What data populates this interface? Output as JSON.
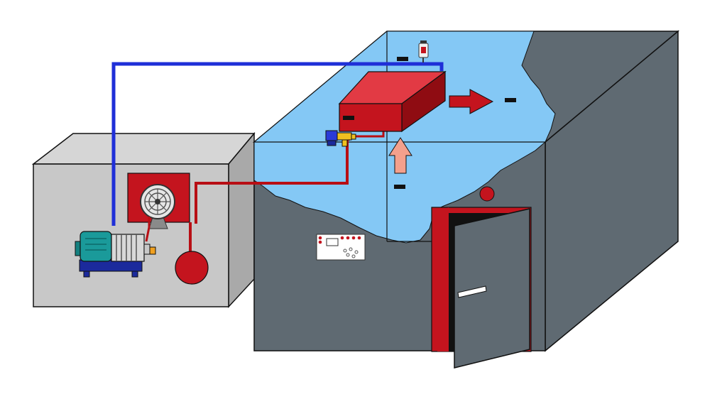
{
  "diagram": {
    "subject": "",
    "colors": {
      "background": "#ffffff",
      "condensing_unit_front": "#c8c8c8",
      "condensing_unit_side": "#a9a9a9",
      "condensing_unit_top": "#d6d6d6",
      "room_wall": "#5f6a72",
      "room_interior_cold": "#84c8f5",
      "evaporator": "#c4141e",
      "evaporator_top": "#e23a44",
      "evaporator_side": "#8f0c12",
      "suction_line": "#1f2fd8",
      "liquid_line": "#b80e14",
      "compressor_body": "#1a9a9a",
      "compressor_motor_base": "#1b2a9c",
      "receiver": "#c4141e",
      "airflow_out_arrow": "#c4141e",
      "airflow_in_arrow": "#f4a08c",
      "door_frame": "#c4141e",
      "door_leaf": "#5f6a72",
      "outline": "#111111"
    },
    "components": [
      {
        "id": "condensing-unit",
        "icon": "condensing-unit-box"
      },
      {
        "id": "compressor",
        "icon": "compressor-icon"
      },
      {
        "id": "condenser-fan",
        "icon": "fan-icon"
      },
      {
        "id": "liquid-receiver",
        "icon": "receiver-tank-icon"
      },
      {
        "id": "suction-line",
        "icon": "blue-pipe"
      },
      {
        "id": "liquid-line",
        "icon": "red-pipe"
      },
      {
        "id": "evaporator",
        "icon": "evaporator-unit-icon"
      },
      {
        "id": "expansion-valve",
        "icon": "valve-icon"
      },
      {
        "id": "thermostat",
        "icon": "thermostat-bulb-icon"
      },
      {
        "id": "cold-room",
        "icon": "cold-room-box"
      },
      {
        "id": "control-panel",
        "icon": "control-panel-icon"
      },
      {
        "id": "door",
        "icon": "door-icon"
      },
      {
        "id": "warning-light",
        "icon": "alarm-light-icon"
      },
      {
        "id": "cold-air-out",
        "icon": "arrow-right-icon"
      },
      {
        "id": "warm-air-in",
        "icon": "arrow-up-icon"
      }
    ]
  }
}
